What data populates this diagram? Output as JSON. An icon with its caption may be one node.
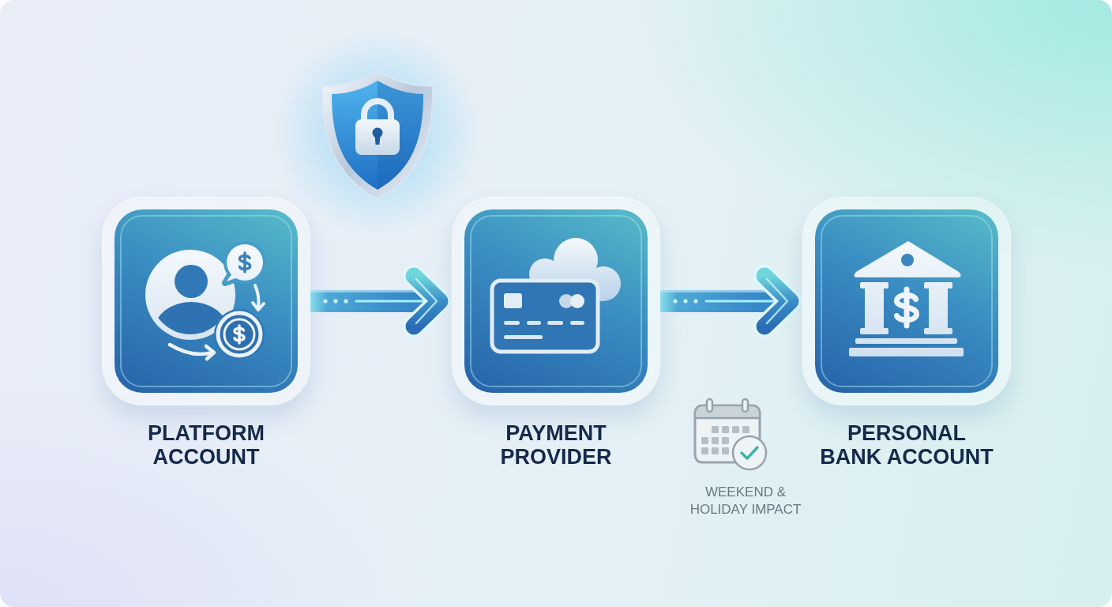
{
  "diagram": {
    "nodes": [
      {
        "text": [
          "PLATFORM ACCOUNT"
        ]
      },
      {
        "text": [
          "PAYMENT PROVIDER"
        ]
      },
      {
        "text": [
          "PERSONAL BANK ACCOUNT"
        ]
      }
    ],
    "edges": [
      {
        "from": 0,
        "to": 1,
        "arrow": "to"
      },
      {
        "from": 1,
        "to": 2,
        "arrow": "to"
      }
    ],
    "labels": [
      "WEEKEND & HOLIDAY IMPACT"
    ]
  }
}
